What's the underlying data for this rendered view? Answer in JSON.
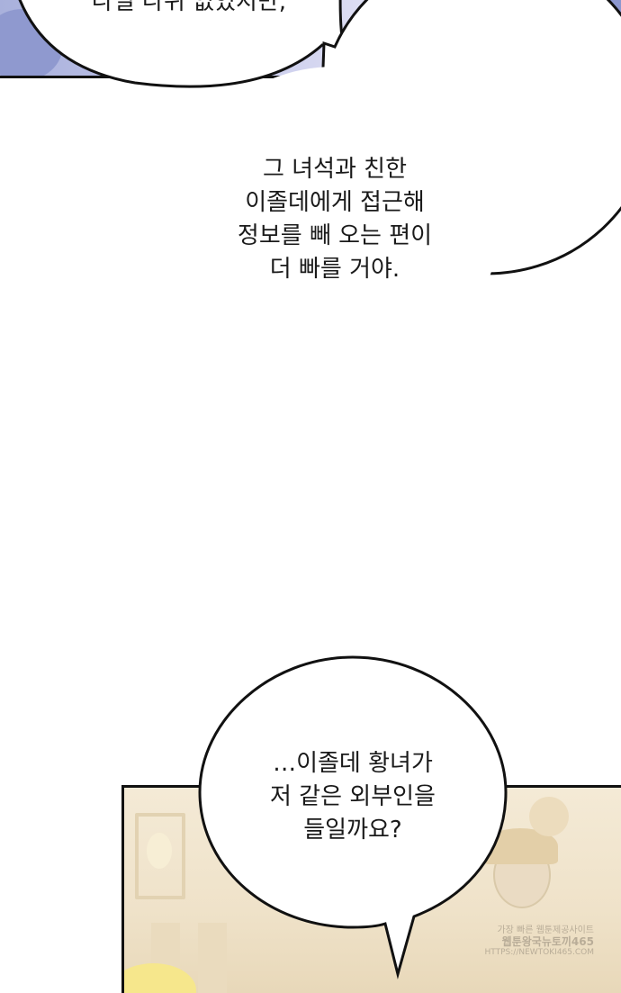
{
  "bubble_top": {
    "text": "나일 나위 없었지만,"
  },
  "bubble_middle": {
    "lines": [
      "그 녀석과 친한",
      "이졸데에게 접근해",
      "정보를 빼 오는 편이",
      "더 빠를 거야."
    ]
  },
  "bubble_bottom": {
    "lines": [
      "…이졸데 황녀가",
      "저 같은 외부인을",
      "들일까요?"
    ]
  },
  "watermark": {
    "line1": "가장 빠른 웹툰제공사이트",
    "line2": "웹툰왕국뉴토끼465",
    "line3": "HTTPS://NEWTOKI465.COM"
  }
}
